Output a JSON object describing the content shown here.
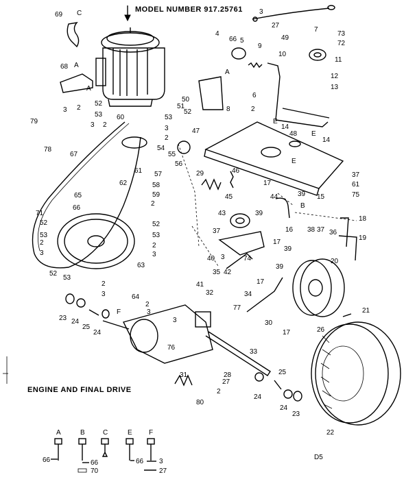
{
  "model_number": "MODEL NUMBER 917.25761",
  "section_title": "ENGINE AND FINAL DRIVE",
  "page_code": "D5",
  "callouts": [
    {
      "id": "c-3-top",
      "label": "3"
    },
    {
      "id": "c-27-top",
      "label": "27"
    },
    {
      "id": "c-7",
      "label": "7"
    },
    {
      "id": "c-49",
      "label": "49"
    },
    {
      "id": "c-73",
      "label": "73"
    },
    {
      "id": "c-72",
      "label": "72"
    },
    {
      "id": "c-69",
      "label": "69"
    },
    {
      "id": "c-C",
      "label": "C"
    },
    {
      "id": "c-4",
      "label": "4"
    },
    {
      "id": "c-66-top",
      "label": "66"
    },
    {
      "id": "c-5",
      "label": "5"
    },
    {
      "id": "c-9",
      "label": "9"
    },
    {
      "id": "c-10",
      "label": "10"
    },
    {
      "id": "c-11",
      "label": "11"
    },
    {
      "id": "c-12",
      "label": "12"
    },
    {
      "id": "c-13",
      "label": "13"
    },
    {
      "id": "c-68",
      "label": "68"
    },
    {
      "id": "c-A-68",
      "label": "A"
    },
    {
      "id": "c-A-bracket",
      "label": "A"
    },
    {
      "id": "c-A-8",
      "label": "A"
    },
    {
      "id": "c-50",
      "label": "50"
    },
    {
      "id": "c-51",
      "label": "51"
    },
    {
      "id": "c-52-a",
      "label": "52"
    },
    {
      "id": "c-52-b",
      "label": "52"
    },
    {
      "id": "c-8",
      "label": "8"
    },
    {
      "id": "c-6",
      "label": "6"
    },
    {
      "id": "c-2-a",
      "label": "2"
    },
    {
      "id": "c-E-a",
      "label": "E"
    },
    {
      "id": "c-14-a",
      "label": "14"
    },
    {
      "id": "c-48",
      "label": "48"
    },
    {
      "id": "c-E-b",
      "label": "E"
    },
    {
      "id": "c-14-b",
      "label": "14"
    },
    {
      "id": "c-3-a",
      "label": "3"
    },
    {
      "id": "c-2-b",
      "label": "2"
    },
    {
      "id": "c-53-a",
      "label": "53"
    },
    {
      "id": "c-60",
      "label": "60"
    },
    {
      "id": "c-53-b",
      "label": "53"
    },
    {
      "id": "c-79",
      "label": "79"
    },
    {
      "id": "c-3-b",
      "label": "3"
    },
    {
      "id": "c-2-c",
      "label": "2"
    },
    {
      "id": "c-3-c",
      "label": "3"
    },
    {
      "id": "c-2-d",
      "label": "2"
    },
    {
      "id": "c-47",
      "label": "47"
    },
    {
      "id": "c-78",
      "label": "78"
    },
    {
      "id": "c-54",
      "label": "54"
    },
    {
      "id": "c-55",
      "label": "55"
    },
    {
      "id": "c-56",
      "label": "56"
    },
    {
      "id": "c-E-c",
      "label": "E"
    },
    {
      "id": "c-67",
      "label": "67"
    },
    {
      "id": "c-61-a",
      "label": "61"
    },
    {
      "id": "c-62",
      "label": "62"
    },
    {
      "id": "c-57",
      "label": "57"
    },
    {
      "id": "c-29",
      "label": "29"
    },
    {
      "id": "c-46",
      "label": "46"
    },
    {
      "id": "c-37-a",
      "label": "37"
    },
    {
      "id": "c-61-b",
      "label": "61"
    },
    {
      "id": "c-75",
      "label": "75"
    },
    {
      "id": "c-58",
      "label": "58"
    },
    {
      "id": "c-17-a",
      "label": "17"
    },
    {
      "id": "c-15",
      "label": "15"
    },
    {
      "id": "c-65",
      "label": "65"
    },
    {
      "id": "c-59",
      "label": "59"
    },
    {
      "id": "c-45",
      "label": "45"
    },
    {
      "id": "c-44",
      "label": "44"
    },
    {
      "id": "c-39-a",
      "label": "39"
    },
    {
      "id": "c-B-a",
      "label": "B"
    },
    {
      "id": "c-66-mid",
      "label": "66"
    },
    {
      "id": "c-2-e",
      "label": "2"
    },
    {
      "id": "c-71",
      "label": "71"
    },
    {
      "id": "c-43",
      "label": "43"
    },
    {
      "id": "c-39-b",
      "label": "39"
    },
    {
      "id": "c-18",
      "label": "18"
    },
    {
      "id": "c-52-c",
      "label": "52"
    },
    {
      "id": "c-52-d",
      "label": "52"
    },
    {
      "id": "c-16",
      "label": "16"
    },
    {
      "id": "c-38",
      "label": "38"
    },
    {
      "id": "c-37-b",
      "label": "37"
    },
    {
      "id": "c-36",
      "label": "36"
    },
    {
      "id": "c-53-c",
      "label": "53"
    },
    {
      "id": "c-53-d",
      "label": "53"
    },
    {
      "id": "c-37-c",
      "label": "37"
    },
    {
      "id": "c-19",
      "label": "19"
    },
    {
      "id": "c-2-f",
      "label": "2"
    },
    {
      "id": "c-2-g",
      "label": "2"
    },
    {
      "id": "c-17-b",
      "label": "17"
    },
    {
      "id": "c-3-d",
      "label": "3"
    },
    {
      "id": "c-3-e",
      "label": "3"
    },
    {
      "id": "c-39-c",
      "label": "39"
    },
    {
      "id": "c-40",
      "label": "40"
    },
    {
      "id": "c-3-f",
      "label": "3"
    },
    {
      "id": "c-74",
      "label": "74"
    },
    {
      "id": "c-20",
      "label": "20"
    },
    {
      "id": "c-63",
      "label": "63"
    },
    {
      "id": "c-39-d",
      "label": "39"
    },
    {
      "id": "c-35",
      "label": "35"
    },
    {
      "id": "c-42",
      "label": "42"
    },
    {
      "id": "c-52-e",
      "label": "52"
    },
    {
      "id": "c-53-e",
      "label": "53"
    },
    {
      "id": "c-2-h",
      "label": "2"
    },
    {
      "id": "c-17-c",
      "label": "17"
    },
    {
      "id": "c-3-g",
      "label": "3"
    },
    {
      "id": "c-41",
      "label": "41"
    },
    {
      "id": "c-32",
      "label": "32"
    },
    {
      "id": "c-64",
      "label": "64"
    },
    {
      "id": "c-34",
      "label": "34"
    },
    {
      "id": "c-2-i",
      "label": "2"
    },
    {
      "id": "c-23-a",
      "label": "23"
    },
    {
      "id": "c-24-a",
      "label": "24"
    },
    {
      "id": "c-3-h",
      "label": "3"
    },
    {
      "id": "c-F-a",
      "label": "F"
    },
    {
      "id": "c-77",
      "label": "77"
    },
    {
      "id": "c-21",
      "label": "21"
    },
    {
      "id": "c-25-a",
      "label": "25"
    },
    {
      "id": "c-24-b",
      "label": "24"
    },
    {
      "id": "c-3-i",
      "label": "3"
    },
    {
      "id": "c-30",
      "label": "30"
    },
    {
      "id": "c-26",
      "label": "26"
    },
    {
      "id": "c-17-d",
      "label": "17"
    },
    {
      "id": "c-76",
      "label": "76"
    },
    {
      "id": "c-33",
      "label": "33"
    },
    {
      "id": "c-31",
      "label": "31"
    },
    {
      "id": "c-28",
      "label": "28"
    },
    {
      "id": "c-25-b",
      "label": "25"
    },
    {
      "id": "c-27-mid",
      "label": "27"
    },
    {
      "id": "c-2-j",
      "label": "2"
    },
    {
      "id": "c-24-c",
      "label": "24"
    },
    {
      "id": "c-80",
      "label": "80"
    },
    {
      "id": "c-24-d",
      "label": "24"
    },
    {
      "id": "c-23-b",
      "label": "23"
    },
    {
      "id": "c-22",
      "label": "22"
    }
  ],
  "fastener_legend": [
    {
      "letter": "A",
      "parts": [
        "66"
      ]
    },
    {
      "letter": "B",
      "parts": [
        "66",
        "70"
      ]
    },
    {
      "letter": "C",
      "parts": []
    },
    {
      "letter": "E",
      "parts": [
        "66"
      ]
    },
    {
      "letter": "F",
      "parts": [
        "3",
        "27"
      ]
    }
  ]
}
